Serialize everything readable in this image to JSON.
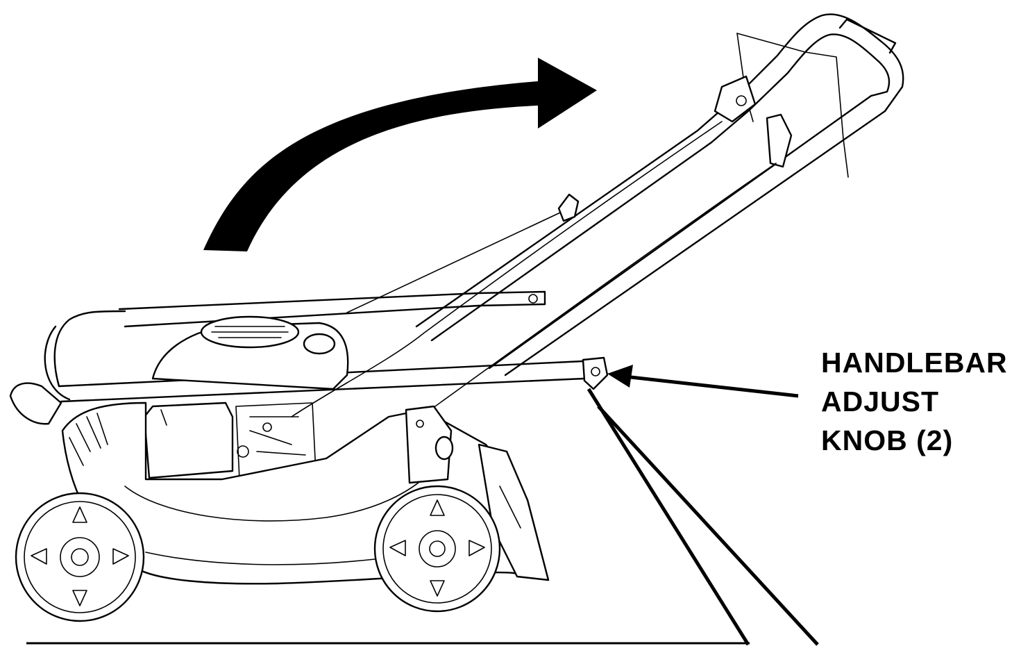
{
  "callout": {
    "lines": [
      "HANDLEBAR",
      "ADJUST",
      "KNOB (2)"
    ]
  },
  "colors": {
    "ink": "#000000",
    "background": "#ffffff"
  },
  "icons": {
    "motion_arrow": "curved-arrow-icon",
    "pointer_arrow": "arrow-icon"
  }
}
